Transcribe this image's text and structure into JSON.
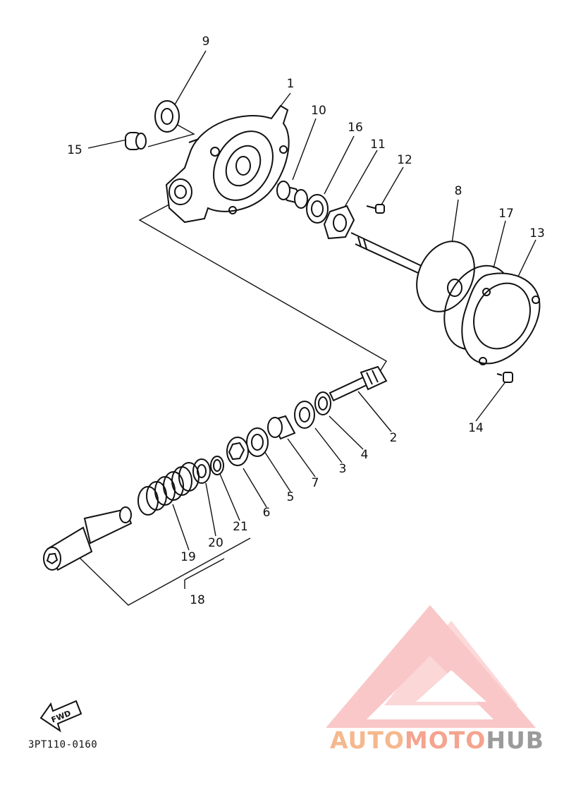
{
  "diagram": {
    "part_code": "3PT110-0160",
    "fwd_label": "FWD",
    "callouts": [
      "1",
      "2",
      "3",
      "4",
      "5",
      "6",
      "7",
      "8",
      "9",
      "10",
      "11",
      "12",
      "13",
      "14",
      "15",
      "16",
      "17",
      "18",
      "19",
      "20",
      "21"
    ]
  },
  "watermark": {
    "part1": "AUTO",
    "part2": "MOTO",
    "part3": "HUB",
    "colors": {
      "auto": "#f5b88e",
      "moto": "#f4a48f",
      "hub": "#9b9b9b",
      "logo": "#f59a9a"
    }
  }
}
